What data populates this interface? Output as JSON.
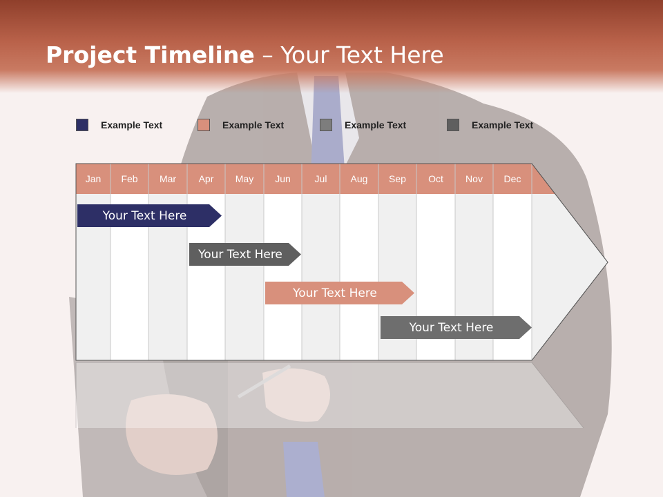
{
  "title": {
    "bold": "Project Timeline",
    "rest": " – Your Text Here"
  },
  "legend": [
    {
      "label": "Example Text",
      "color": "#2d2f66"
    },
    {
      "label": "Example Text",
      "color": "#d8907c"
    },
    {
      "label": "Example Text",
      "color": "#7d7d7d"
    },
    {
      "label": "Example Text",
      "color": "#5f5f5f"
    }
  ],
  "months": [
    "Jan",
    "Feb",
    "Mar",
    "Apr",
    "May",
    "Jun",
    "Jul",
    "Aug",
    "Sep",
    "Oct",
    "Nov",
    "Dec"
  ],
  "colors": {
    "header": "#b9624a",
    "month_bar": "#d8907c"
  },
  "tasks": [
    {
      "label": "Your  Text Here",
      "color": "#2d2f66"
    },
    {
      "label": "Your  Text Here",
      "color": "#5f5f5f"
    },
    {
      "label": "Your  Text Here",
      "color": "#d8907c"
    },
    {
      "label": "Your  Text Here",
      "color": "#6e6e6e"
    }
  ]
}
